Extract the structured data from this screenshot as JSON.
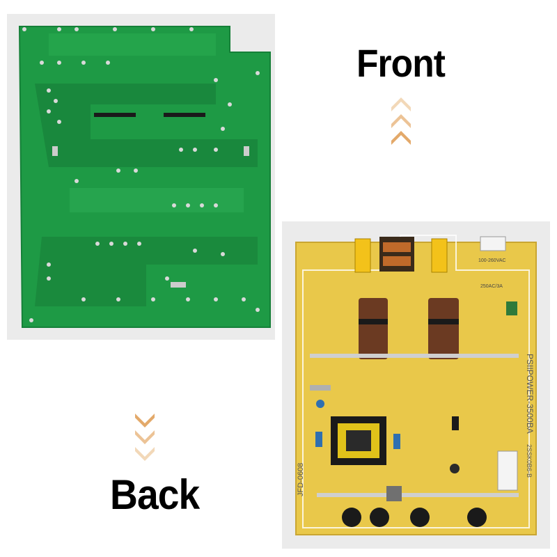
{
  "labels": {
    "front": "Front",
    "back": "Back"
  },
  "board_text": {
    "model": "PSIIPOWER-3500BA",
    "code": "JFD-0608",
    "input": "100-260VAC",
    "fuse": "250AC/3A",
    "part": "2SSK0B6-B"
  },
  "colors": {
    "back_board": "#1e9a45",
    "front_board": "#e9c84a",
    "arrow": "#e3a96a",
    "capacitor": "#6b3a22"
  }
}
